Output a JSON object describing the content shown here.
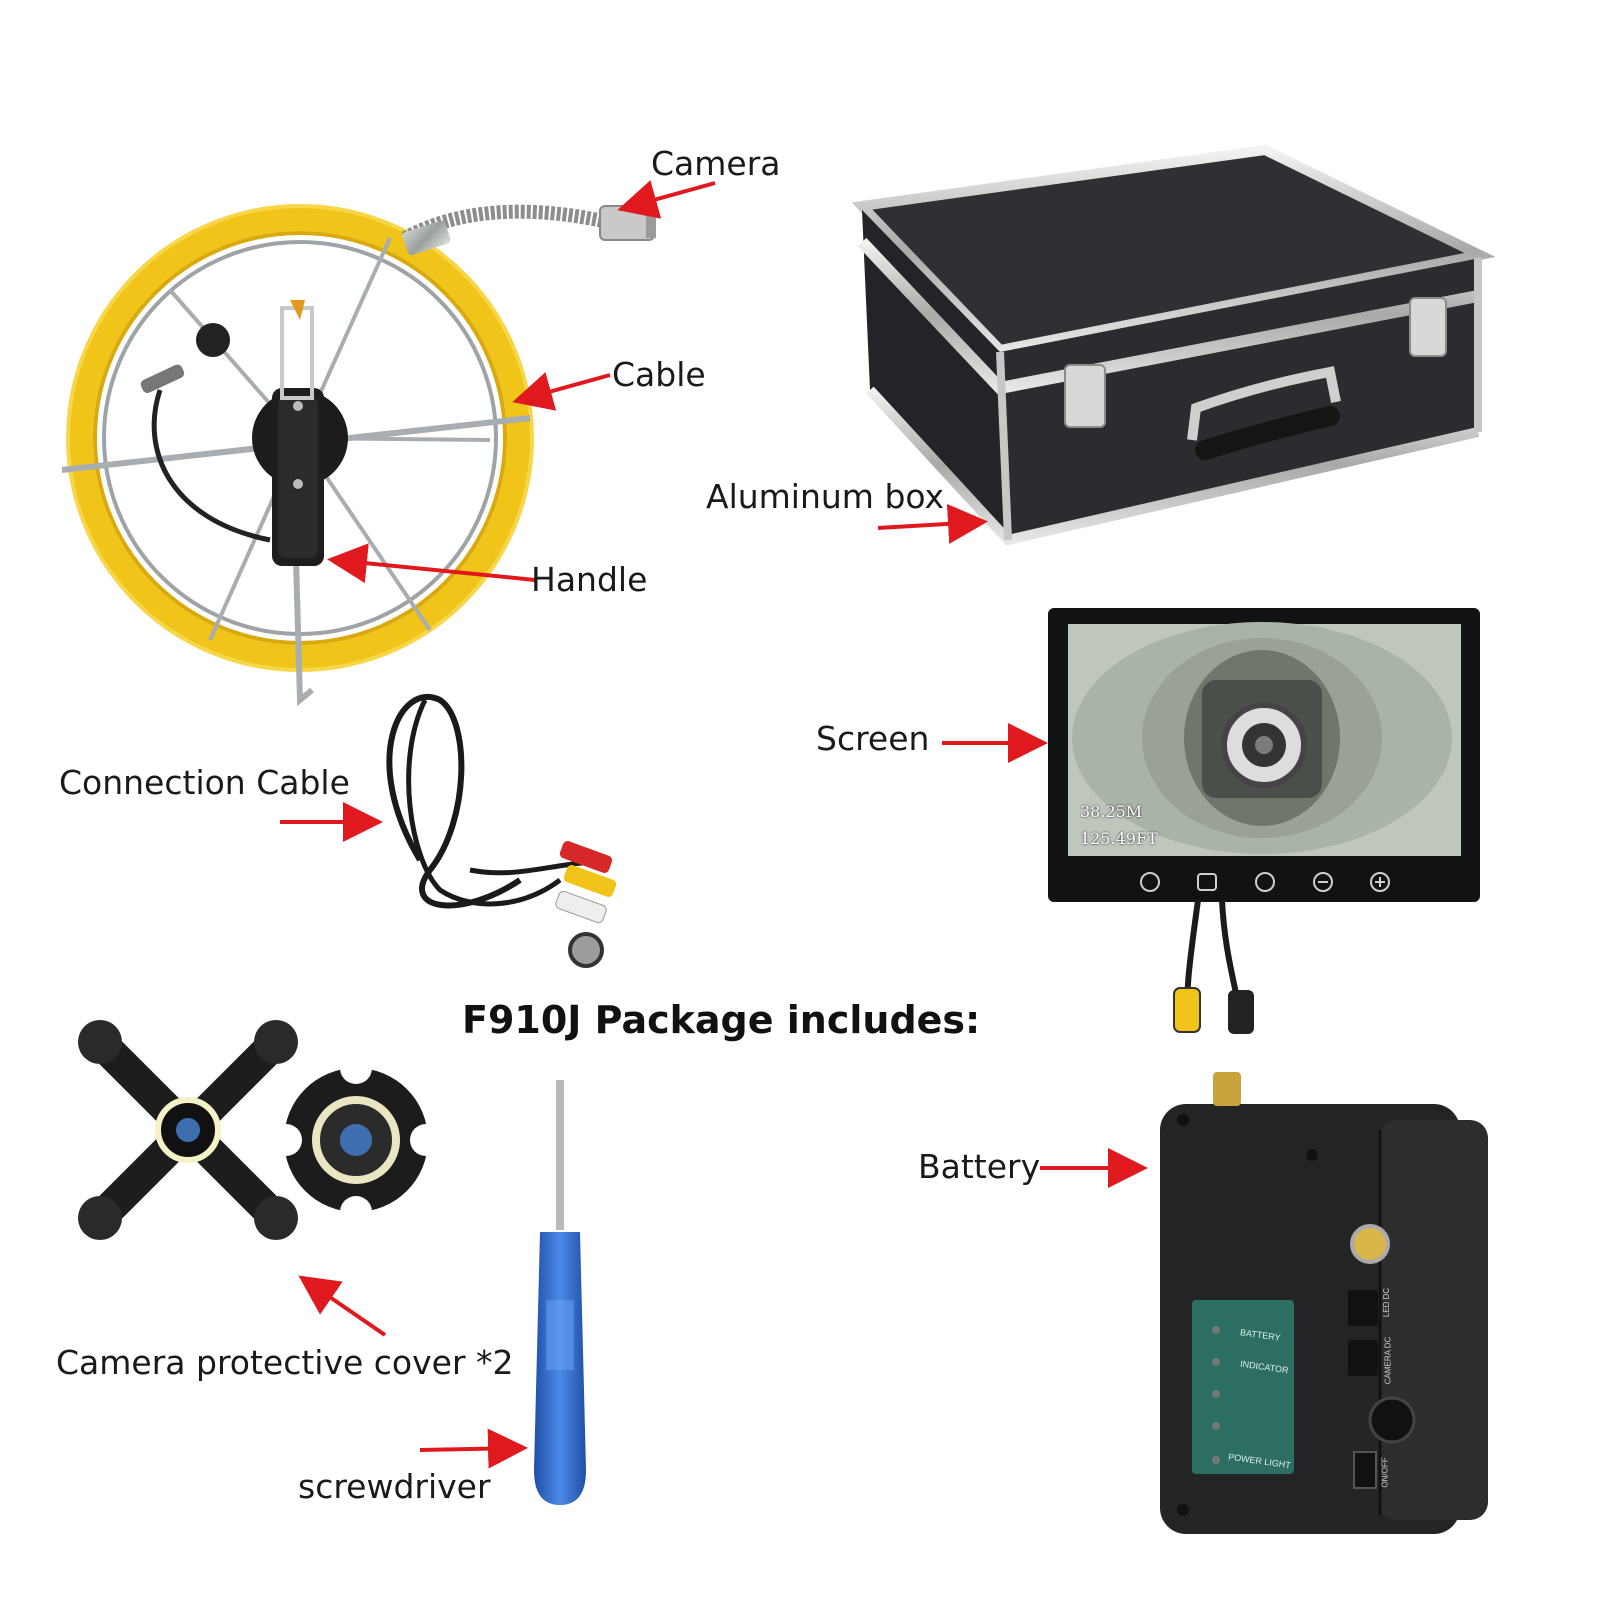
{
  "title": "F910J Package includes:",
  "labels": {
    "camera": "Camera",
    "cable": "Cable",
    "handle": "Handle",
    "aluminum_box": "Aluminum box",
    "screen": "Screen",
    "connection_cable": "Connection Cable",
    "battery": "Battery",
    "camera_cover": "Camera protective cover *2",
    "screwdriver": "screwdriver"
  },
  "screen_overlay": {
    "depth_m": "38.25M",
    "depth_ft": "125.49FT"
  },
  "battery_panel": {
    "battery": "BATTERY",
    "indicator": "INDICATOR",
    "power_light": "POWER LIGHT",
    "led_dc": "LED DC",
    "camera_dc": "CAMERA DC",
    "on_off": "ON/OFF"
  },
  "colors": {
    "arrow": "#e0191f",
    "cable_yellow": "#f0c419",
    "case_dark": "#2e3033",
    "screwdriver_blue": "#2a63c8"
  },
  "icons": [
    "back-icon",
    "menu-icon",
    "power-icon",
    "minus-icon",
    "plus-icon"
  ]
}
